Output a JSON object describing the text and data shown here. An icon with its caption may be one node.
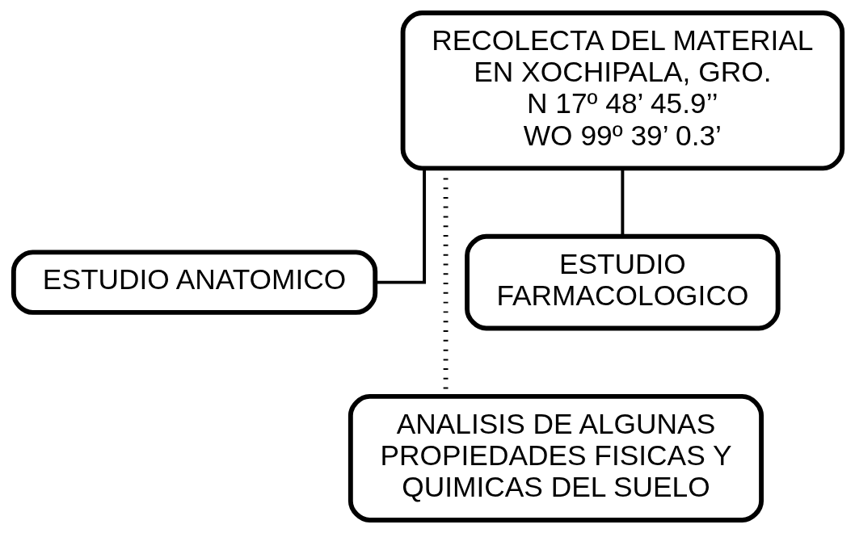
{
  "diagram": {
    "nodes": [
      {
        "text": [
          "RECOLECTA DEL MATERIAL EN XOCHIPALA, GRO.",
          "N 17º 48’ 45.9’’",
          "WO 99º 39’ 0.3’"
        ]
      },
      {
        "text": [
          "ESTUDIO ANATOMICO"
        ]
      },
      {
        "text": [
          "ESTUDIO FARMACOLOGICO"
        ]
      },
      {
        "text": [
          "ANALISIS DE ALGUNAS PROPIEDADES FISICAS Y QUIMICAS DEL SUELO"
        ]
      }
    ],
    "edges": [
      {
        "from": 0,
        "to": 1,
        "arrow": "none"
      },
      {
        "from": 0,
        "to": 2,
        "arrow": "none"
      },
      {
        "from": 0,
        "to": 3,
        "arrow": "none",
        "style": "dashed"
      }
    ]
  }
}
